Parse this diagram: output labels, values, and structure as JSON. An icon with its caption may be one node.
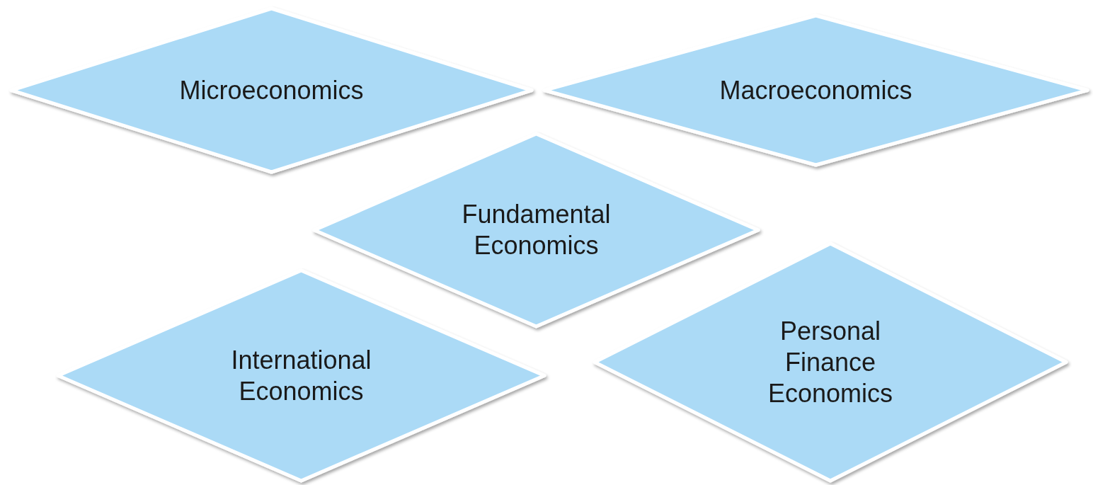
{
  "diagram": {
    "nodes": [
      {
        "text": [
          "Microeconomics"
        ]
      },
      {
        "text": [
          "Macroeconomics"
        ]
      },
      {
        "text": [
          "Fundamental Economics"
        ]
      },
      {
        "text": [
          "International Economics"
        ]
      },
      {
        "text": [
          "Personal Finance Economics"
        ]
      }
    ]
  }
}
